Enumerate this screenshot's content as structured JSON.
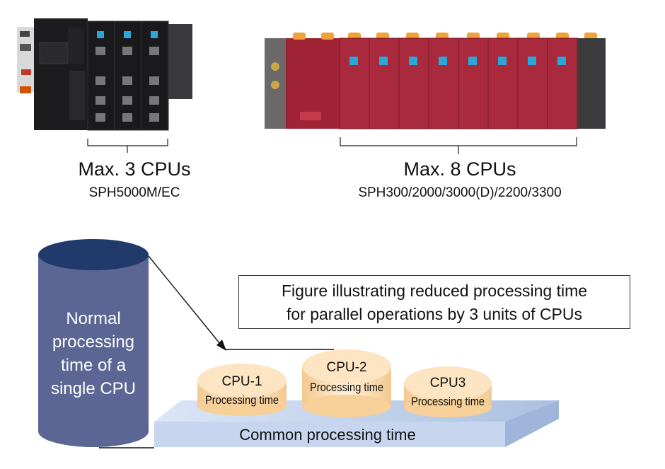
{
  "left_module": {
    "caption": "Max. 3 CPUs",
    "model": "SPH5000M/EC"
  },
  "right_module": {
    "caption": "Max. 8 CPUs",
    "model": "SPH300/2000/3000(D)/2200/3300"
  },
  "big_cylinder": {
    "lines": [
      "Normal",
      "processing",
      "time of a",
      "single CPU"
    ]
  },
  "callout": {
    "line1": "Figure illustrating reduced processing time",
    "line2": "for parallel operations by 3 units of CPUs"
  },
  "cpus": [
    {
      "title": "CPU-1",
      "subtitle": "Processing time"
    },
    {
      "title": "CPU-2",
      "subtitle": "Processing time"
    },
    {
      "title": "CPU3",
      "subtitle": "Processing time"
    }
  ],
  "base": {
    "label": "Common processing time"
  },
  "colors": {
    "plc_dark": "#1c1c1e",
    "plc_red": "#a02235",
    "cylinder_body": "#5b6694",
    "cylinder_top": "#1f3a6b",
    "cpu_disc": "#fde4c2",
    "base_slab": "#c7d6ee"
  }
}
